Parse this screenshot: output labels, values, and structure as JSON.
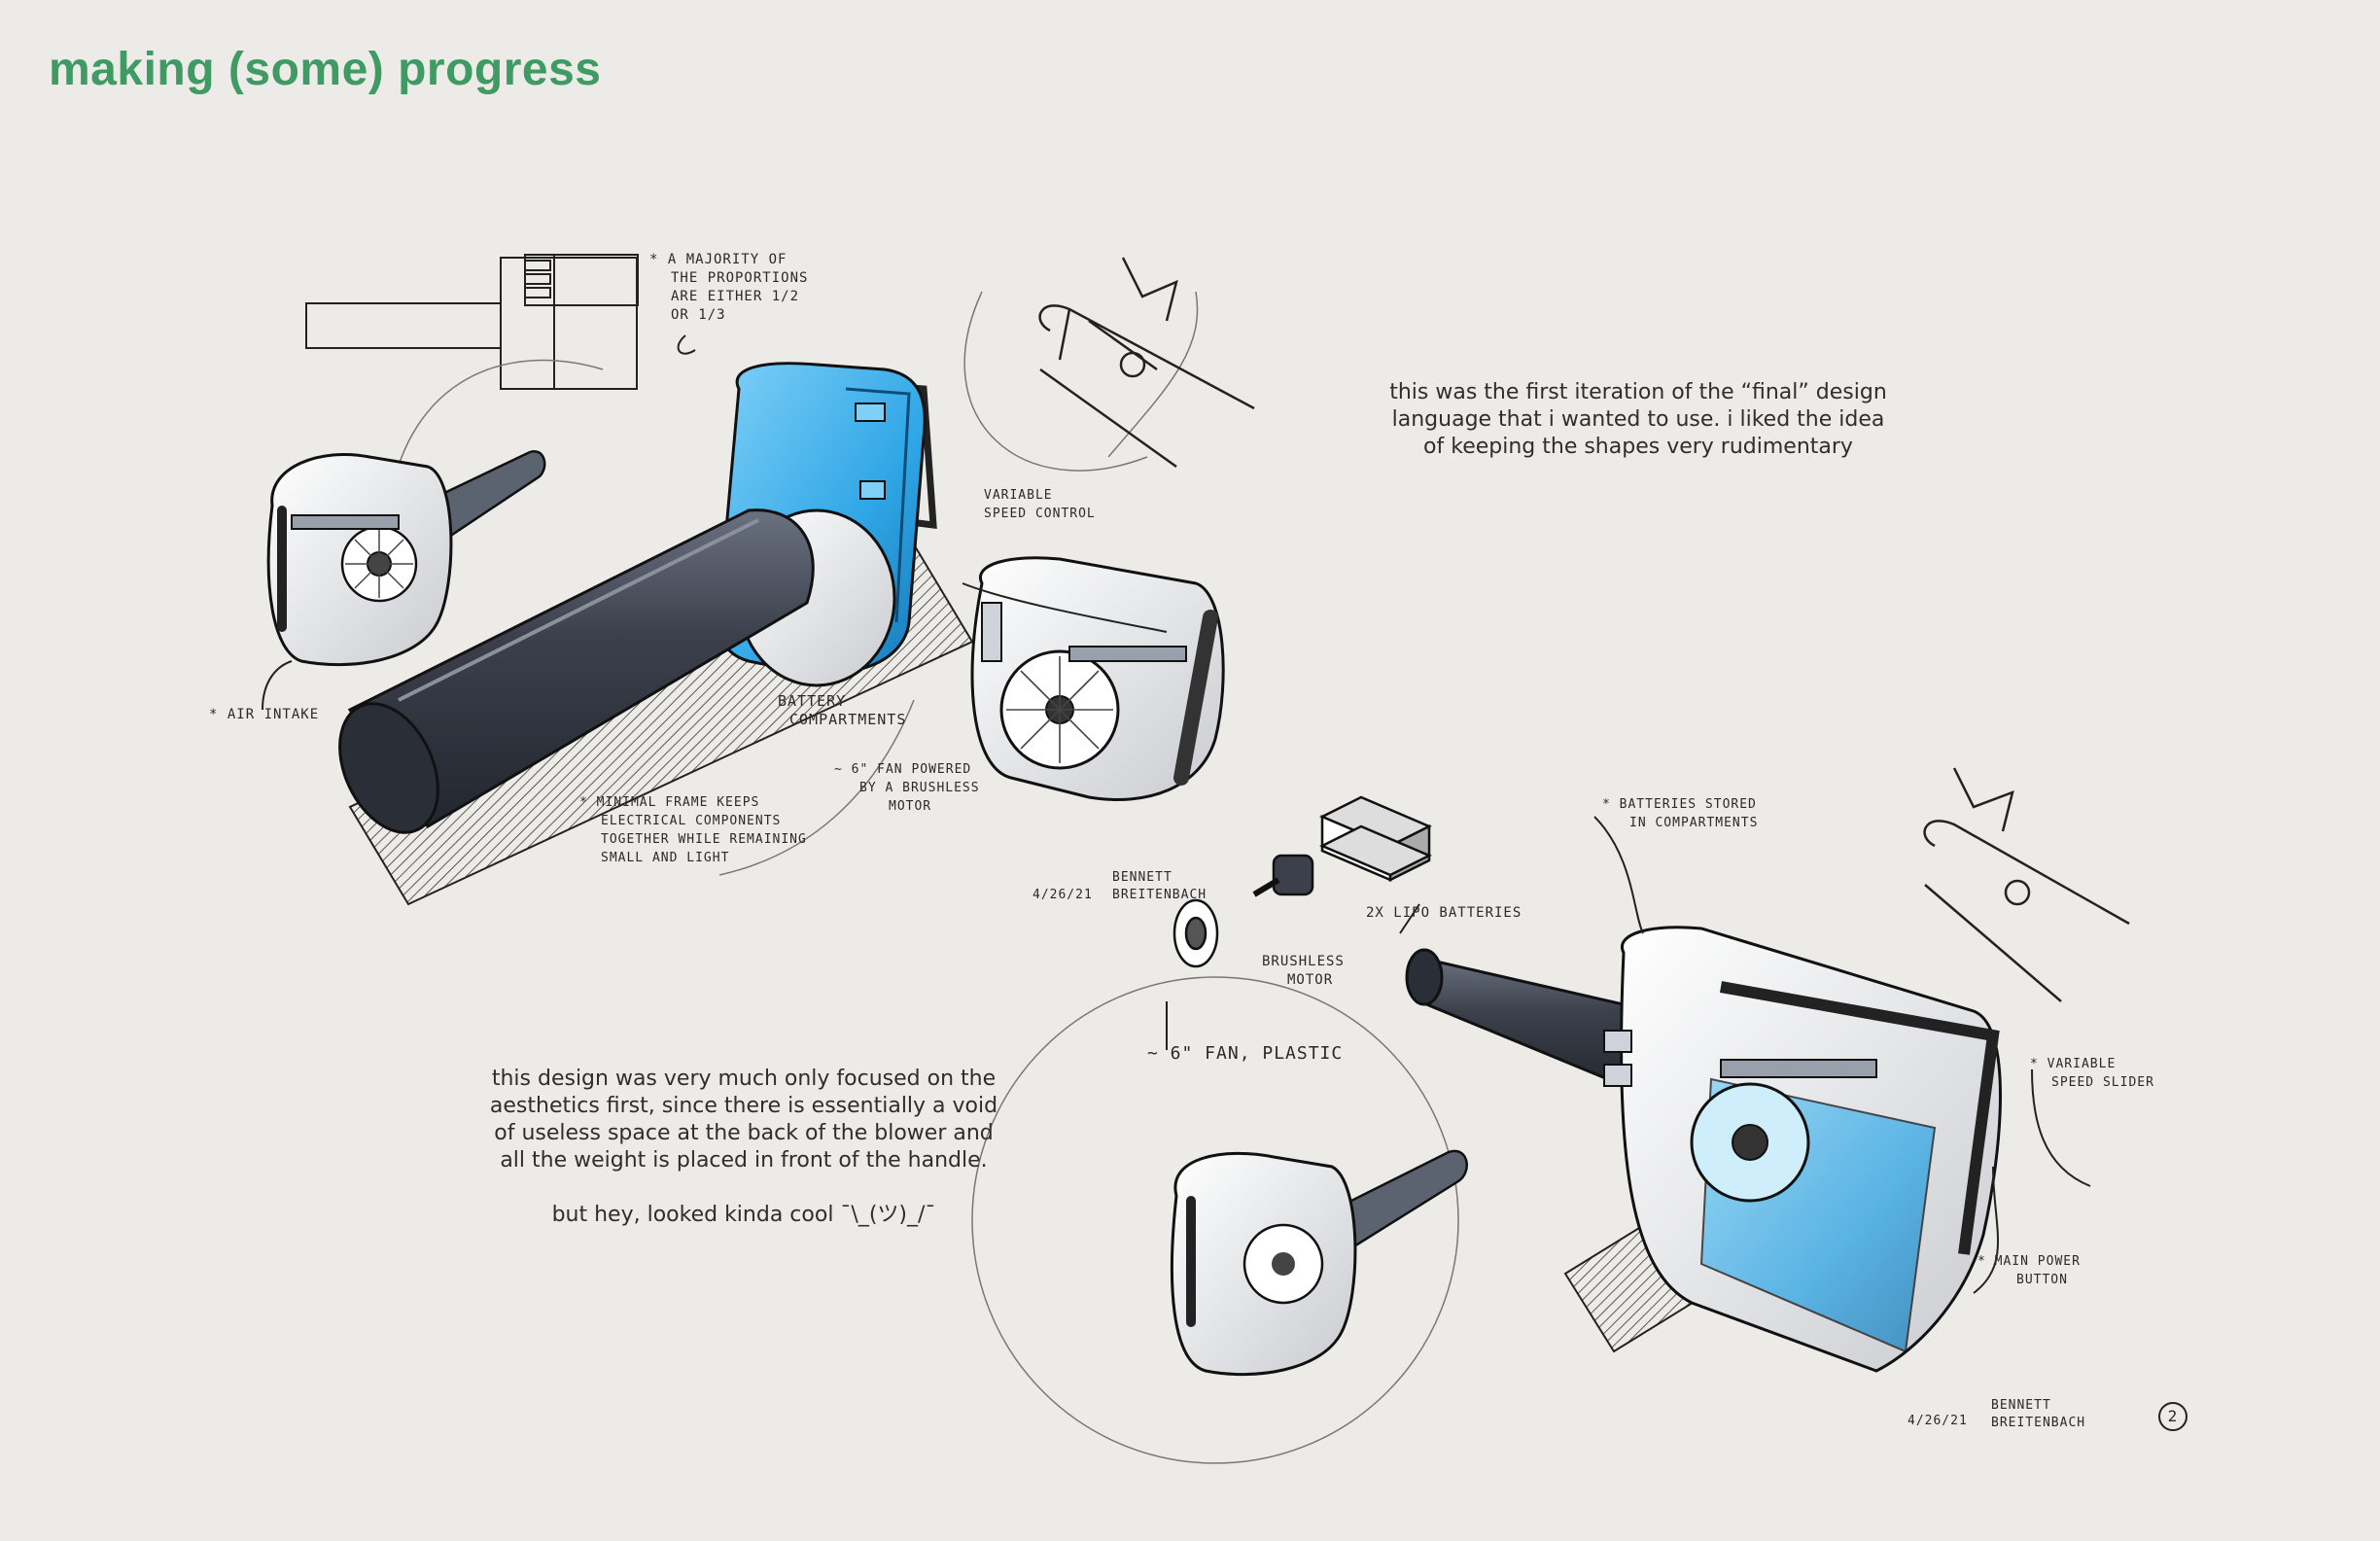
{
  "title": "making (some) progress",
  "paragraphs": {
    "right": [
      "this was the first iteration of the “final” design",
      "language that i wanted to use.  i liked the idea",
      "of keeping the shapes very rudimentary"
    ],
    "left": [
      "this design was very much only focused on the",
      "aesthetics first, since there is essentially a void",
      "of useless space at the back of the blower and",
      "all the weight is placed in front of the handle."
    ],
    "left_closing": "but hey, looked kinda cool ¯\\_(ツ)_/¯"
  },
  "annotations": {
    "proportions": [
      "* A majority of",
      "the proportions",
      "are either 1/2",
      "or 1/3"
    ],
    "variable_speed": [
      "Variable",
      "speed control"
    ],
    "air_intake": "* Air intake",
    "battery": [
      "Battery",
      "compartments"
    ],
    "fan_powered": [
      "~ 6\" fan powered",
      "by a brushless",
      "motor"
    ],
    "minimal_frame": [
      "* Minimal frame keeps",
      "electrical components",
      "together while remaining",
      "small and light"
    ],
    "signature_1": [
      "4/26/21",
      "Bennett",
      "Breitenbach"
    ],
    "lipo": "2x Lipo batteries",
    "brushless": [
      "Brushless",
      "motor"
    ],
    "fan_plastic": "~ 6\" fan, plastic",
    "batteries_stored": [
      "* Batteries stored",
      "in compartments"
    ],
    "variable_slider": [
      "* Variable",
      "speed slider"
    ],
    "main_power": [
      "* Main power",
      "button"
    ],
    "signature_2": [
      "4/26/21",
      "Bennett",
      "Breitenbach"
    ],
    "page_number": "2"
  },
  "colors": {
    "title": "#3f9a64",
    "paper": "#ecebe8",
    "marker_blue": "#2fa6e6",
    "barrel_dark": "#3a3f4a",
    "ink": "#1c1c1c"
  }
}
